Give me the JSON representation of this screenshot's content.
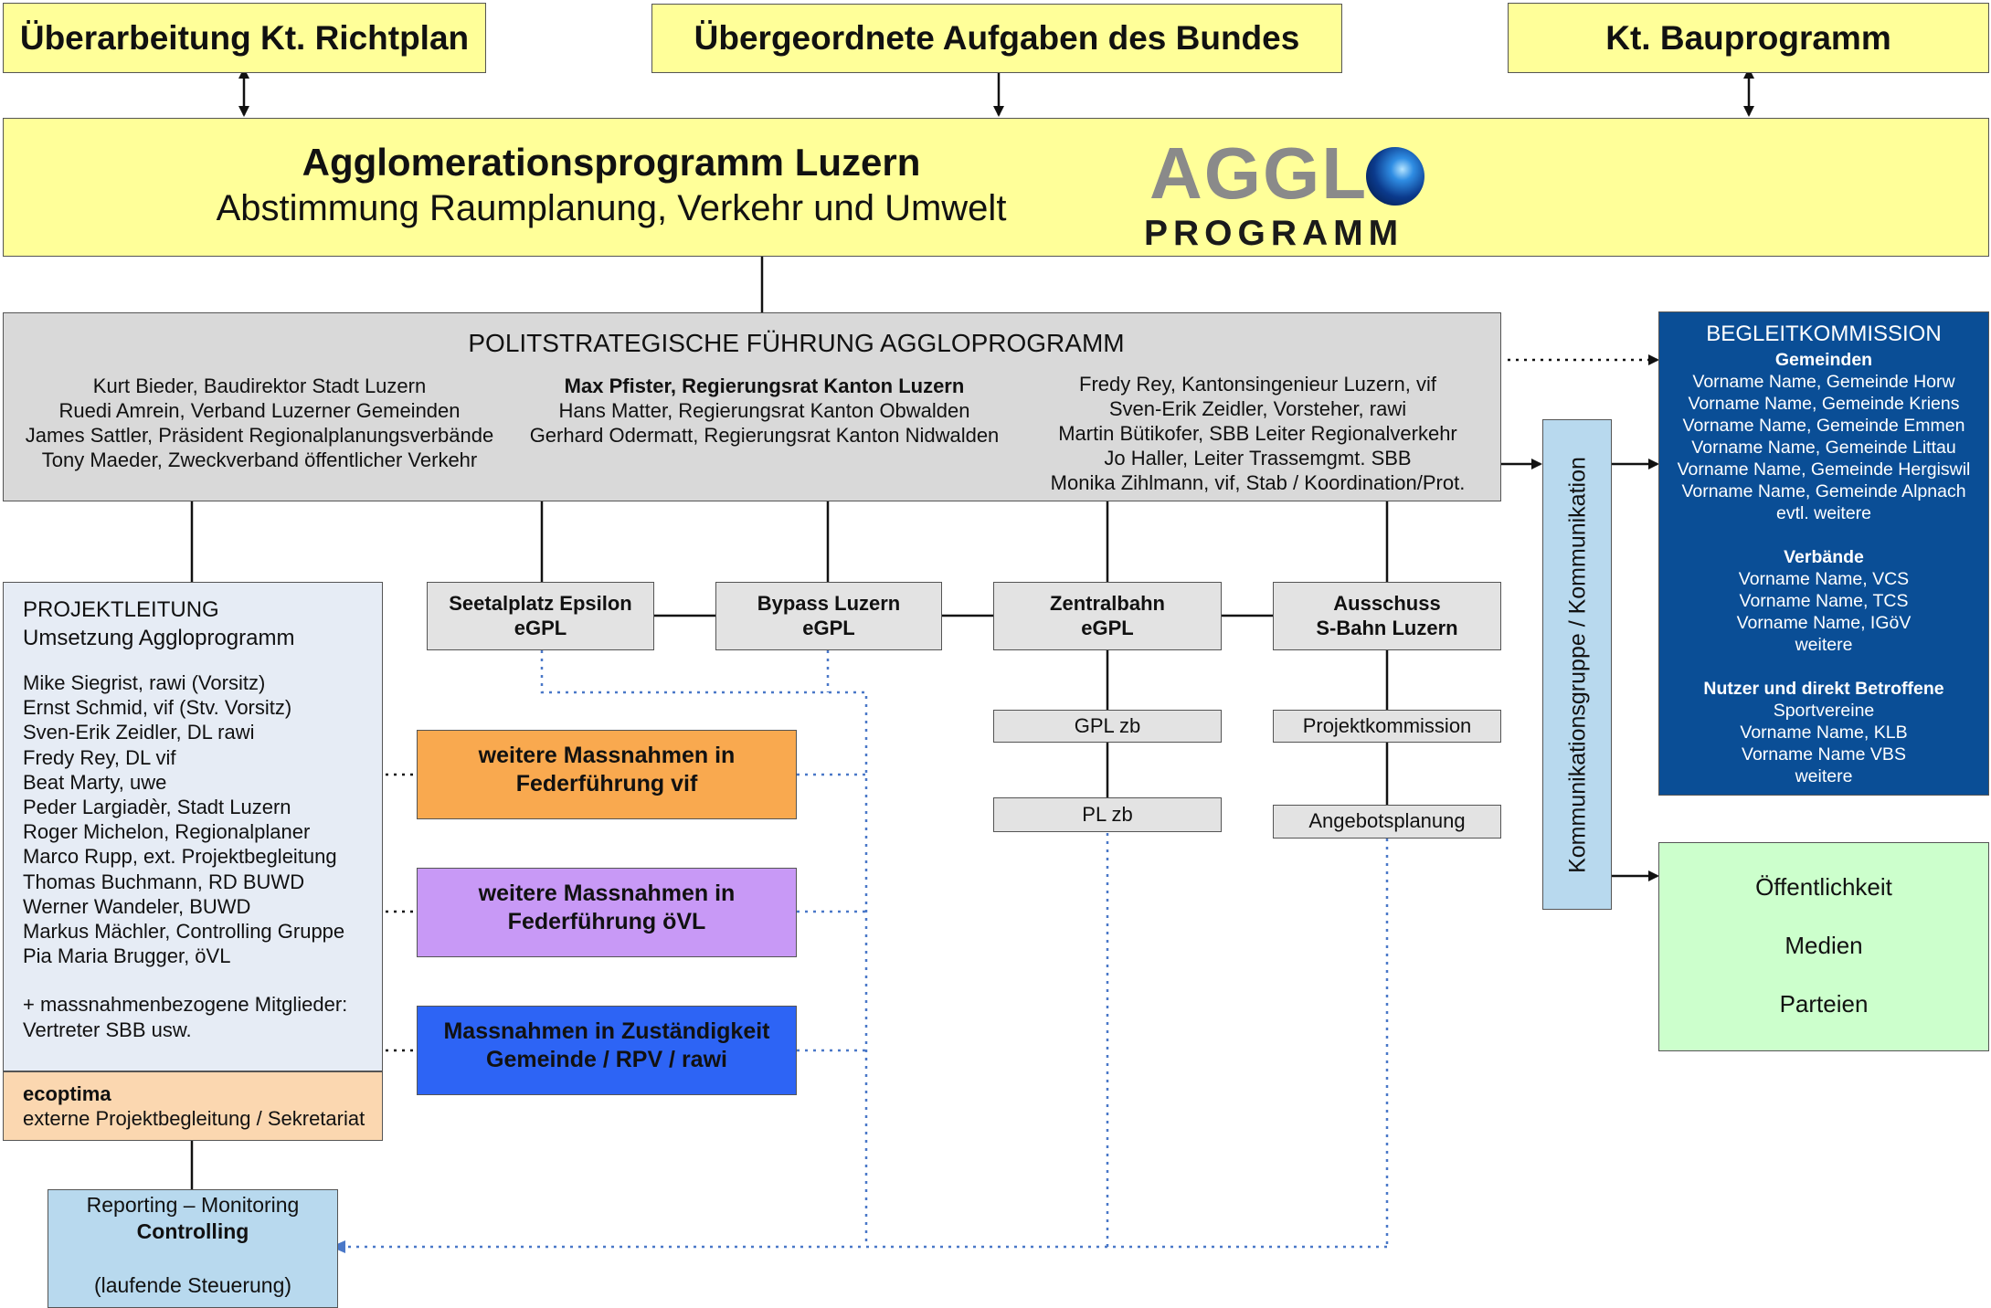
{
  "top": {
    "richtplan": "Überarbeitung Kt. Richtplan",
    "bund": "Übergeordnete Aufgaben des Bundes",
    "bauprogramm": "Kt. Bauprogramm"
  },
  "agglo": {
    "title": "Agglomerationsprogramm Luzern",
    "subtitle": "Abstimmung Raumplanung, Verkehr und Umwelt",
    "logo_top": "AGGL",
    "logo_bottom": "PROGRAMM"
  },
  "politstrategie": {
    "title": "POLITSTRATEGISCHE FÜHRUNG AGGLOPROGRAMM",
    "col1": [
      "Kurt Bieder, Baudirektor Stadt Luzern",
      "Ruedi Amrein, Verband Luzerner Gemeinden",
      "James Sattler, Präsident Regionalplanungsverbände",
      "Tony Maeder, Zweckverband öffentlicher Verkehr"
    ],
    "col2": [
      "Max Pfister, Regierungsrat Kanton Luzern",
      "Hans Matter, Regierungsrat Kanton Obwalden",
      "Gerhard Odermatt, Regierungsrat Kanton Nidwalden"
    ],
    "col3": [
      "Fredy Rey, Kantonsingenieur Luzern, vif",
      "Sven-Erik Zeidler, Vorsteher, rawi",
      "Martin Bütikofer, SBB Leiter Regionalverkehr",
      "Jo Haller, Leiter Trassemgmt. SBB",
      "Monika Zihlmann, vif, Stab / Koordination/Prot."
    ]
  },
  "begleitkommission": {
    "title": "BEGLEITKOMMISSION",
    "gemeinden_title": "Gemeinden",
    "gemeinden": [
      "Vorname Name, Gemeinde Horw",
      "Vorname Name, Gemeinde Kriens",
      "Vorname Name, Gemeinde Emmen",
      "Vorname Name, Gemeinde Littau",
      "Vorname Name, Gemeinde Hergiswil",
      "Vorname Name, Gemeinde Alpnach",
      "evtl. weitere"
    ],
    "verbaende_title": "Verbände",
    "verbaende": [
      "Vorname Name, VCS",
      "Vorname Name, TCS",
      "Vorname Name, IGöV",
      "weitere"
    ],
    "nutzer_title": "Nutzer und direkt Betroffene",
    "nutzer": [
      "Sportvereine",
      "Vorname Name, KLB",
      "Vorname Name VBS",
      "weitere"
    ]
  },
  "kommunikation": "Kommunikationsgruppe / Kommunikation",
  "oeffentlichkeit": [
    "Öffentlichkeit",
    "Medien",
    "Parteien"
  ],
  "projektleitung": {
    "title": "PROJEKTLEITUNG",
    "subtitle": "Umsetzung Aggloprogramm",
    "members": [
      "Mike Siegrist, rawi (Vorsitz)",
      "Ernst Schmid, vif (Stv. Vorsitz)",
      "Sven-Erik Zeidler, DL rawi",
      "Fredy Rey, DL vif",
      "Beat Marty, uwe",
      "Peder Largiadèr, Stadt Luzern",
      "Roger Michelon, Regionalplaner",
      "Marco Rupp, ext. Projektbegleitung",
      "Thomas Buchmann, RD BUWD",
      "Werner Wandeler, BUWD",
      "Markus Mächler, Controlling Gruppe",
      "Pia Maria Brugger, öVL"
    ],
    "extra": [
      "+ massnahmenbezogene Mitglieder:",
      "Vertreter SBB usw."
    ]
  },
  "ecoptima": {
    "title": "ecoptima",
    "text": "externe Projektbegleitung / Sekretariat"
  },
  "reporting": {
    "line1": "Reporting – Monitoring",
    "line2": "Controlling",
    "line3": "(laufende Steuerung)"
  },
  "projects": {
    "seetal": [
      "Seetalplatz Epsilon",
      "eGPL"
    ],
    "bypass": [
      "Bypass Luzern",
      "eGPL"
    ],
    "zentralbahn": [
      "Zentralbahn",
      "eGPL"
    ],
    "ausschuss": [
      "Ausschuss",
      "S-Bahn Luzern"
    ],
    "gpl_zb": "GPL zb",
    "pl_zb": "PL zb",
    "projektkommission": "Projektkommission",
    "angebotsplanung": "Angebotsplanung"
  },
  "massnahmen": {
    "vif": [
      "weitere Massnahmen in",
      "Federführung vif"
    ],
    "oevl": [
      "weitere Massnahmen in",
      "Federführung öVL"
    ],
    "gemeinde": [
      "Massnahmen in Zuständigkeit",
      "Gemeinde / RPV / rawi"
    ]
  },
  "colors": {
    "yellow": "#ffff99",
    "grey": "#d9d9d9",
    "navy": "#0a4e96",
    "light_blue": "#b8d9ee",
    "green": "#ccffcc",
    "orange": "#f9a94f",
    "purple": "#c899f6",
    "blue": "#2d64f5",
    "peach": "#fbd7b0",
    "pl_bg": "#e6ecf5"
  }
}
